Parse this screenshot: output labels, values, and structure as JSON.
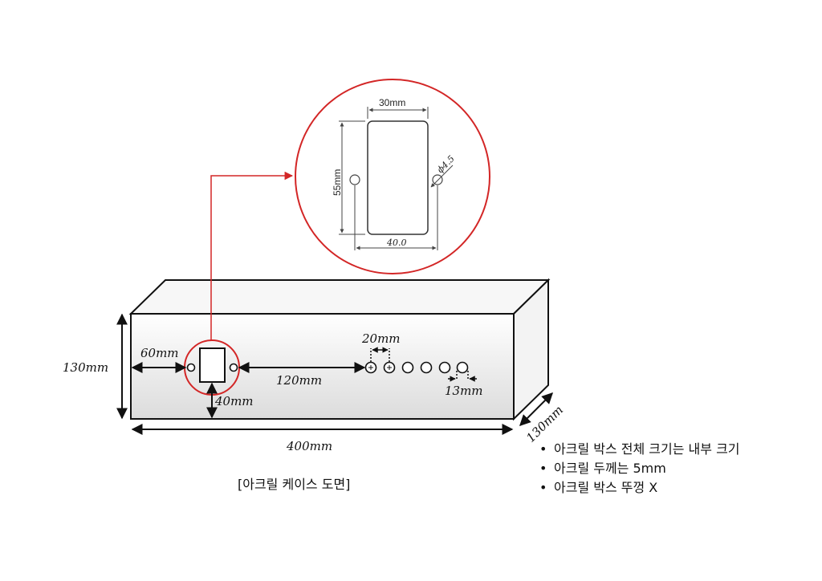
{
  "dimensions": {
    "height": "130mm",
    "left_offset": "60mm",
    "bottom_offset": "40mm",
    "spacing": "120mm",
    "hole_pitch": "20mm",
    "hole_size": "13mm",
    "length": "400mm",
    "depth": "130mm"
  },
  "detail": {
    "width_top": "30mm",
    "height": "55mm",
    "width_bottom": "40.0",
    "hole_dia": "ϕ4.5"
  },
  "caption": "[아크릴 케이스 도면]",
  "notes": [
    "아크릴 박스 전체 크기는 내부 크기",
    "아크릴 두께는 5mm",
    "아크릴 박스 뚜껑 X"
  ],
  "colors": {
    "highlight": "#d32626",
    "outline": "#111111",
    "face_top": "#f7f7f7",
    "face_side": "#f3f3f3"
  }
}
